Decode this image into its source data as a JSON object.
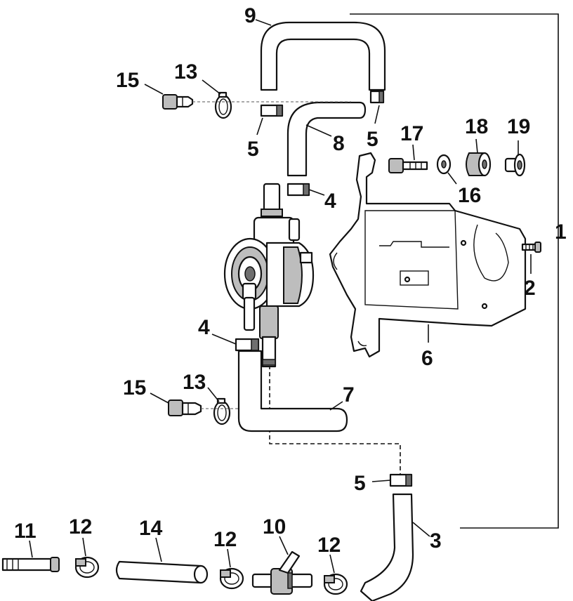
{
  "callouts": {
    "c1": "1",
    "c2": "2",
    "c3": "3",
    "c4a": "4",
    "c4b": "4",
    "c5a": "5",
    "c5b": "5",
    "c5c": "5",
    "c6": "6",
    "c7": "7",
    "c8": "8",
    "c9": "9",
    "c10": "10",
    "c11": "11",
    "c12a": "12",
    "c12b": "12",
    "c12c": "12",
    "c13a": "13",
    "c13b": "13",
    "c14": "14",
    "c15a": "15",
    "c15b": "15",
    "c16": "16",
    "c17": "17",
    "c18": "18",
    "c19": "19"
  }
}
